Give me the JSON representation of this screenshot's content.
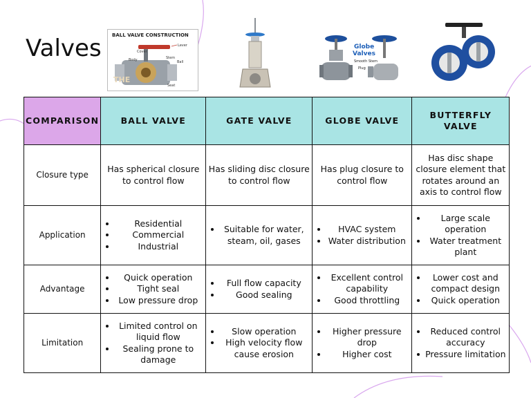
{
  "page": {
    "title": "Valves"
  },
  "images": {
    "ball": {
      "heading": "BALL VALVE CONSTRUCTION",
      "parts": [
        "Lever",
        "Cover",
        "Body",
        "Stem",
        "Ball",
        "Seat"
      ],
      "watermark": "THE"
    },
    "globe": {
      "heading_line1": "Globe",
      "heading_line2": "Valves",
      "parts": [
        "Smooth Stem",
        "Plug"
      ]
    }
  },
  "table": {
    "headers": [
      "COMPARISON",
      "BALL VALVE",
      "GATE VALVE",
      "GLOBE VALVE",
      "BUTTERFLY VALVE"
    ],
    "rows": [
      {
        "label": "Closure type",
        "cells": [
          "Has spherical closure to control flow",
          "Has sliding disc closure to control flow",
          "Has plug closure to control flow",
          "Has disc shape closure element that rotates around an axis to control flow"
        ]
      },
      {
        "label": "Application",
        "bullets": [
          [
            "Residential",
            "Commercial",
            "Industrial"
          ],
          [
            "Suitable for water, steam, oil, gases"
          ],
          [
            "HVAC system",
            "Water distribution"
          ],
          [
            "Large scale operation",
            "Water treatment plant"
          ]
        ]
      },
      {
        "label": "Advantage",
        "bullets": [
          [
            "Quick operation",
            "Tight seal",
            "Low pressure drop"
          ],
          [
            "Full flow capacity",
            "Good sealing"
          ],
          [
            "Excellent control capability",
            "Good throttling"
          ],
          [
            "Lower cost and compact design",
            "Quick operation"
          ]
        ]
      },
      {
        "label": "Limitation",
        "bullets": [
          [
            "Limited control on liquid flow",
            "Sealing prone to damage"
          ],
          [
            "Slow operation",
            "High velocity flow cause erosion"
          ],
          [
            "Higher pressure drop",
            "Higher cost"
          ],
          [
            "Reduced control accuracy",
            "Pressure limitation"
          ]
        ]
      }
    ]
  },
  "colors": {
    "header": "#a9e4e4",
    "comparison_header": "#dca7e9",
    "decor_lines": "#d9a7ee"
  }
}
